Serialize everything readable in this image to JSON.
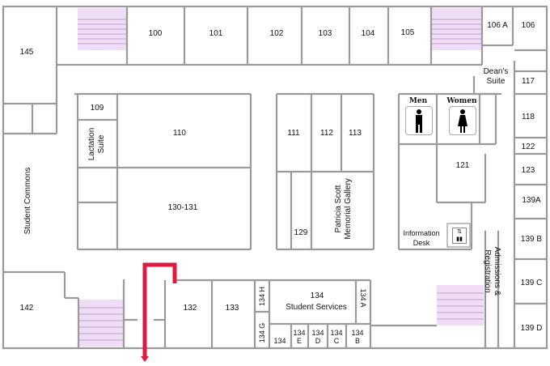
{
  "colors": {
    "wall": "#9a9a9a",
    "stairs": "#efdcf5",
    "route": "#e0193f"
  },
  "rooms": {
    "r145": "145",
    "r100": "100",
    "r101": "101",
    "r102": "102",
    "r103": "103",
    "r104": "104",
    "r105": "105",
    "r106a": "106 A",
    "r106": "106",
    "deans": "Dean's Suite",
    "r117": "117",
    "r118": "118",
    "r122": "122",
    "r123": "123",
    "r139a": "139A",
    "r139b": "139 B",
    "r139c": "139 C",
    "r139d": "139 D",
    "r109": "109",
    "lactation": "Lactation Suite",
    "r110": "110",
    "r130": "130-131",
    "r111": "111",
    "r112": "112",
    "r113": "113",
    "gallery": "Patricia Scott Memorial Gallery",
    "r129": "129",
    "men": "Men",
    "women": "Women",
    "r121": "121",
    "info": "Information Desk",
    "admissions": "Admissions & Registration",
    "commons": "Student Commons",
    "r142": "142",
    "r132": "132",
    "r133": "133",
    "r134h": "134 H",
    "r134g": "134 G",
    "r134": "134",
    "student_services": "Student Services",
    "r134a": "134 A",
    "r134_small": "134",
    "r134e": "134 E",
    "r134d": "134 D",
    "r134c": "134 C",
    "r134b": "134 B"
  }
}
